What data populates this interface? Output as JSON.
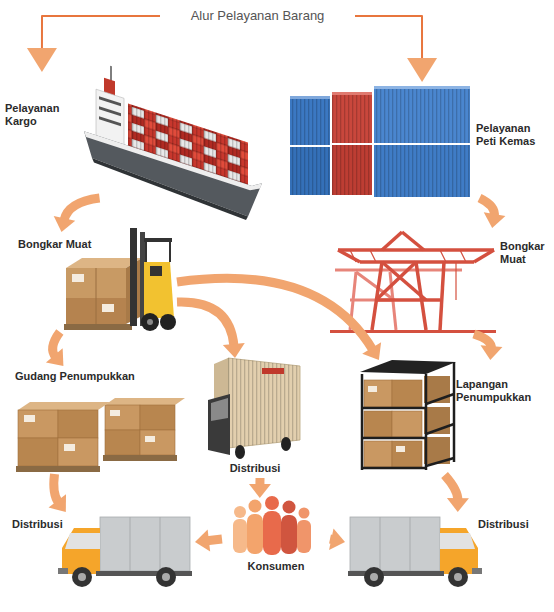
{
  "diagram": {
    "nodes": [
      {
        "text": [
          "Alur Pelayanan Barang"
        ]
      },
      {
        "text": [
          "Pelayanan Kargo"
        ]
      },
      {
        "text": [
          "Pelayanan Peti Kemas"
        ]
      },
      {
        "text": [
          "Bongkar Muat"
        ]
      },
      {
        "text": [
          "Bongkar Muat"
        ]
      },
      {
        "text": [
          "Gudang Penumpukkan"
        ]
      },
      {
        "text": [
          "Distribusi"
        ]
      },
      {
        "text": [
          "Lapangan Penumpukkan"
        ]
      },
      {
        "text": [
          "Distribusi"
        ]
      },
      {
        "text": [
          "Konsumen"
        ]
      },
      {
        "text": [
          "Distribusi"
        ]
      }
    ],
    "edges": [
      {
        "from": 0,
        "to": 1,
        "arrow": "to"
      },
      {
        "from": 0,
        "to": 2,
        "arrow": "to"
      },
      {
        "from": 1,
        "to": 3,
        "arrow": "to"
      },
      {
        "from": 2,
        "to": 4,
        "arrow": "to"
      },
      {
        "from": 3,
        "to": 5,
        "arrow": "to"
      },
      {
        "from": 3,
        "to": 6,
        "arrow": "to"
      },
      {
        "from": 3,
        "to": 7,
        "arrow": "to"
      },
      {
        "from": 4,
        "to": 7,
        "arrow": "to"
      },
      {
        "from": 5,
        "to": 8,
        "arrow": "to"
      },
      {
        "from": 6,
        "to": 9,
        "arrow": "to"
      },
      {
        "from": 7,
        "to": 10,
        "arrow": "to"
      },
      {
        "from": 9,
        "to": 8,
        "arrow": "to"
      },
      {
        "from": 9,
        "to": 10,
        "arrow": "to"
      }
    ]
  }
}
